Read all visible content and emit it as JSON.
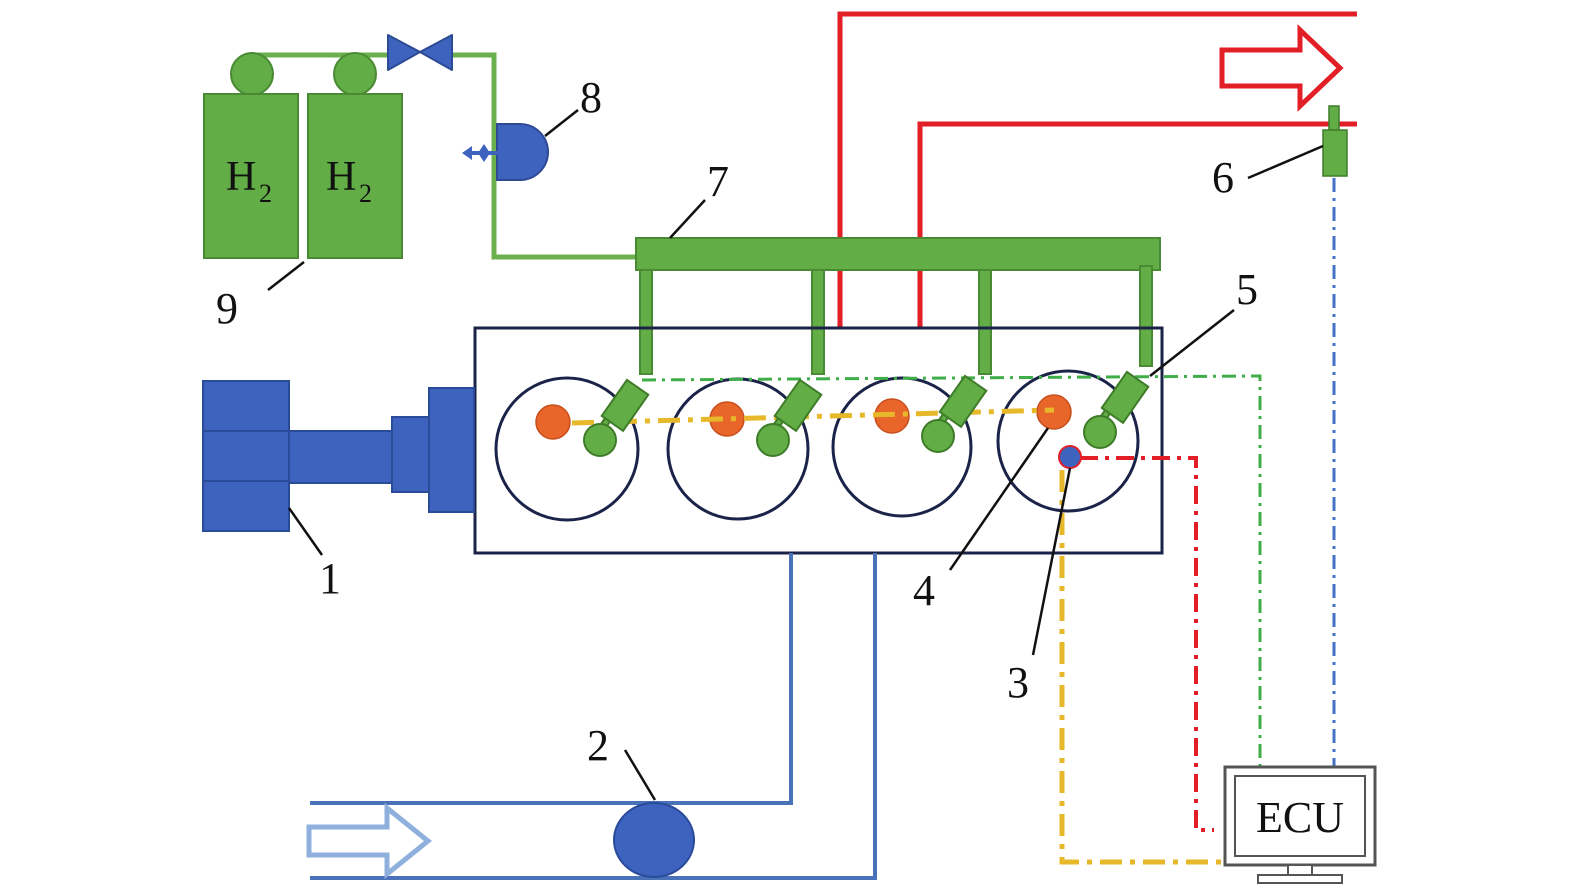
{
  "diagram": {
    "callouts": {
      "n1": "1",
      "n2": "2",
      "n3": "3",
      "n4": "4",
      "n5": "5",
      "n6": "6",
      "n7": "7",
      "n8": "8",
      "n9": "9"
    },
    "tanks": [
      {
        "label": "H",
        "subscript": "2"
      },
      {
        "label": "H",
        "subscript": "2"
      }
    ],
    "ecu_label": "ECU",
    "cylinder_count": 4
  },
  "colors": {
    "hydrogen_line": "#6ab04c",
    "hydrogen_fill": "#62ad45",
    "hydrogen_stroke": "#4a8a34",
    "exhaust": "#e21f26",
    "intake": "#4a72b8",
    "intake_light": "#8fb0dc",
    "component_blue": "#3d63be",
    "engine_outline": "#1b2348",
    "spark_plug": "#e8662a",
    "sensor_signal": "#e6b82a",
    "lambda_signal": "#4472c4"
  }
}
